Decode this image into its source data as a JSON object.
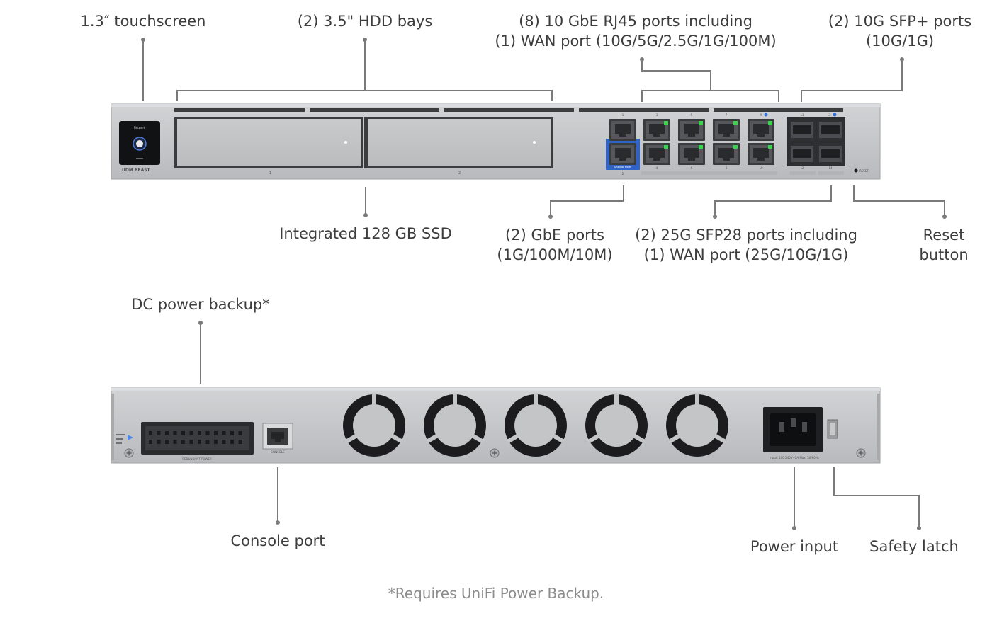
{
  "front": {
    "labels": {
      "touchscreen": "1.3″ touchscreen",
      "hdd_bays": "(2) 3.5\" HDD bays",
      "rj45_line1": "(8) 10 GbE RJ45 ports including",
      "rj45_line2": "(1) WAN port (10G/5G/2.5G/1G/100M)",
      "sfp_plus_line1": "(2) 10G SFP+ ports",
      "sfp_plus_line2": "(10G/1G)",
      "ssd": "Integrated 128 GB SSD",
      "gbe_line1": "(2) GbE ports",
      "gbe_line2": "(1G/100M/10M)",
      "sfp28_line1": "(2) 25G SFP28 ports including",
      "sfp28_line2": "(1) WAN port (25G/10G/1G)",
      "reset_line1": "Reset",
      "reset_line2": "button"
    },
    "device_text": {
      "screen_brand": "Network",
      "model": "UDM BEAST",
      "bay1": "1",
      "bay2": "2",
      "port1": "1",
      "port2": "2",
      "port3": "3",
      "port4": "4",
      "port5": "5",
      "port6": "6",
      "port7": "7",
      "port8": "8",
      "port9": "9",
      "port10": "10",
      "port11": "11",
      "port12": "12",
      "port13": "13",
      "port14": "14",
      "shadow_mode": "Shadow Mode",
      "reset": "RESET"
    }
  },
  "back": {
    "labels": {
      "dc_power": "DC power backup*",
      "console": "Console port",
      "power_input": "Power input",
      "safety_latch": "Safety latch"
    },
    "device_text": {
      "redundant_power": "REDUNDANT POWER",
      "console_port": "CONSOLE",
      "power_rating": "Input: 100-240V~2A Max. 50/60Hz"
    }
  },
  "footnote": "*Requires UniFi Power Backup.",
  "colors": {
    "chassis": "#c4c5c7",
    "leader_line": "#7a7a7a",
    "port_led": "#37d64a",
    "accent_blue": "#2f6fd6"
  }
}
